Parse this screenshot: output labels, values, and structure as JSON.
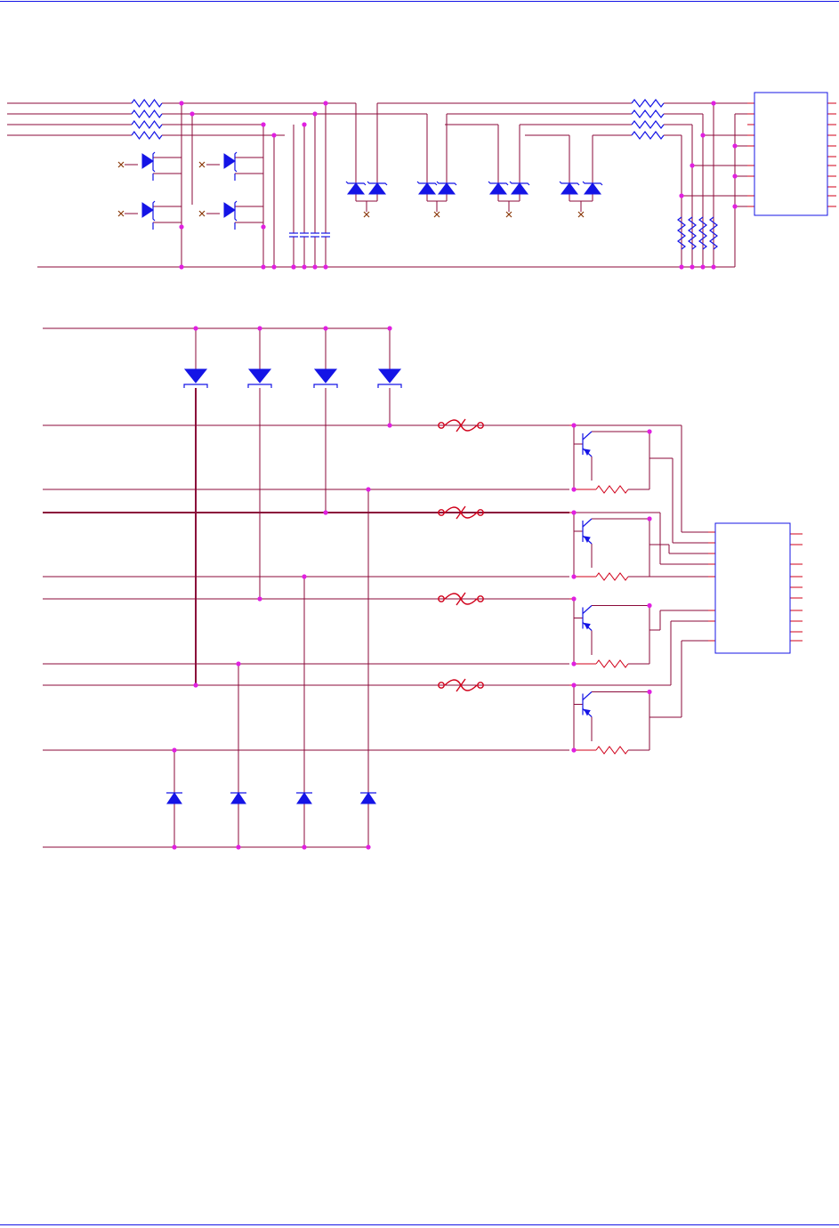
{
  "page": {
    "rule_color": "#1414e6",
    "wire_color": "#8b0a3a",
    "junction_color": "#e020e0",
    "component_color": "#1414e6"
  },
  "diagram": {
    "type": "circuit-schematic",
    "sections": [
      "upper-protection-network",
      "lower-diode-transistor-network"
    ],
    "icons": [
      "resistor-icon",
      "zener-diode-icon",
      "diode-icon",
      "capacitor-icon",
      "fuse-icon",
      "transistor-icon",
      "no-connect-icon",
      "ic-block-icon"
    ]
  }
}
